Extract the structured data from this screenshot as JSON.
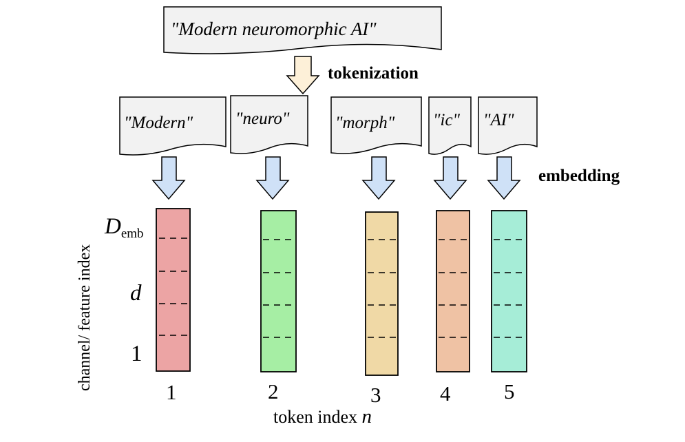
{
  "sentence": "\"Modern neuromorphic AI\"",
  "labels": {
    "tokenization": "tokenization",
    "embedding": "embedding",
    "y_axis": "channel/ feature index",
    "x_axis_prefix": "token index ",
    "x_axis_var": "n",
    "d_emb_main": "D",
    "d_emb_sub": "emb",
    "d": "d",
    "one": "1"
  },
  "tokens": [
    {
      "text": "\"Modern\"",
      "index": "1",
      "color": "#eca4a4"
    },
    {
      "text": "\"neuro\"",
      "index": "2",
      "color": "#a6eea4"
    },
    {
      "text": "\"morph\"",
      "index": "3",
      "color": "#f0d9a6"
    },
    {
      "text": "\"ic\"",
      "index": "4",
      "color": "#efc2a4"
    },
    {
      "text": "\"AI\"",
      "index": "5",
      "color": "#a6edd7"
    }
  ],
  "colors": {
    "tokenization_arrow": "#fdf0d8",
    "embedding_arrow": "#cfe1f7",
    "document_fill": "#f2f2f2"
  }
}
